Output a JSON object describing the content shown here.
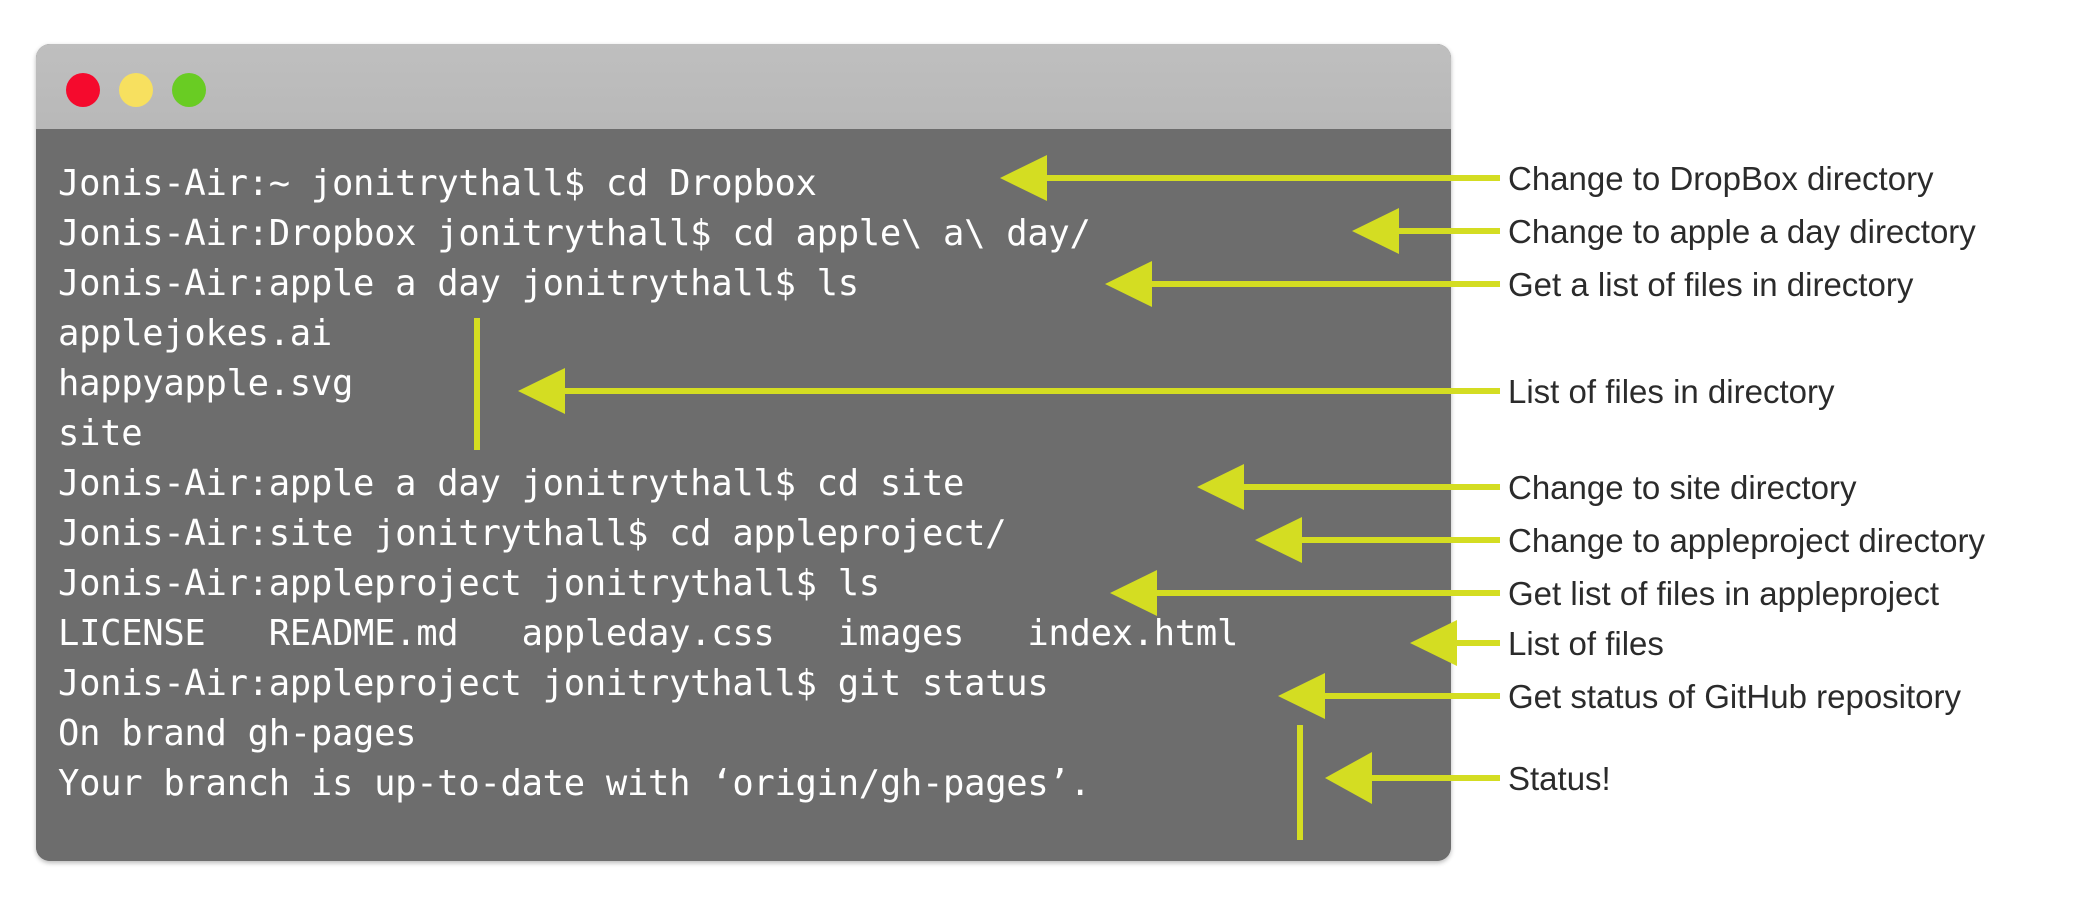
{
  "window": {
    "traffic_lights": [
      {
        "name": "close",
        "color": "#f50a2d"
      },
      {
        "name": "minimize",
        "color": "#f7e05f"
      },
      {
        "name": "maximize",
        "color": "#69cc23"
      }
    ],
    "background": "#6d6d6d",
    "titlebar_color": "#bbbbbb",
    "text_color": "#ffffff"
  },
  "accent": {
    "arrow_color": "#d4dd22"
  },
  "terminal": {
    "lines": [
      "Jonis-Air:~ jonitrythall$ cd Dropbox",
      "Jonis-Air:Dropbox jonitrythall$ cd apple\\ a\\ day/",
      "Jonis-Air:apple a day jonitrythall$ ls",
      "applejokes.ai",
      "happyapple.svg",
      "site",
      "Jonis-Air:apple a day jonitrythall$ cd site",
      "Jonis-Air:site jonitrythall$ cd appleproject/",
      "Jonis-Air:appleproject jonitrythall$ ls",
      "LICENSE   README.md   appleday.css   images   index.html",
      "Jonis-Air:appleproject jonitrythall$ git status",
      "On brand gh-pages",
      "Your branch is up-to-date with ‘origin/gh-pages’."
    ]
  },
  "annotations": [
    {
      "label": "Change to DropBox directory",
      "name": "annotation-change-to-dropbox"
    },
    {
      "label": "Change to apple a day directory",
      "name": "annotation-change-to-apple-a-day"
    },
    {
      "label": "Get a list of files in directory",
      "name": "annotation-get-list-of-files"
    },
    {
      "label": "List of files in directory",
      "name": "annotation-list-of-files-in-directory"
    },
    {
      "label": "Change to site directory",
      "name": "annotation-change-to-site"
    },
    {
      "label": "Change to appleproject directory",
      "name": "annotation-change-to-appleproject"
    },
    {
      "label": "Get list of files in appleproject",
      "name": "annotation-get-list-appleproject"
    },
    {
      "label": "List of files",
      "name": "annotation-list-of-files"
    },
    {
      "label": "Get status of GitHub repository",
      "name": "annotation-get-status-github"
    },
    {
      "label": "Status!",
      "name": "annotation-status"
    }
  ]
}
